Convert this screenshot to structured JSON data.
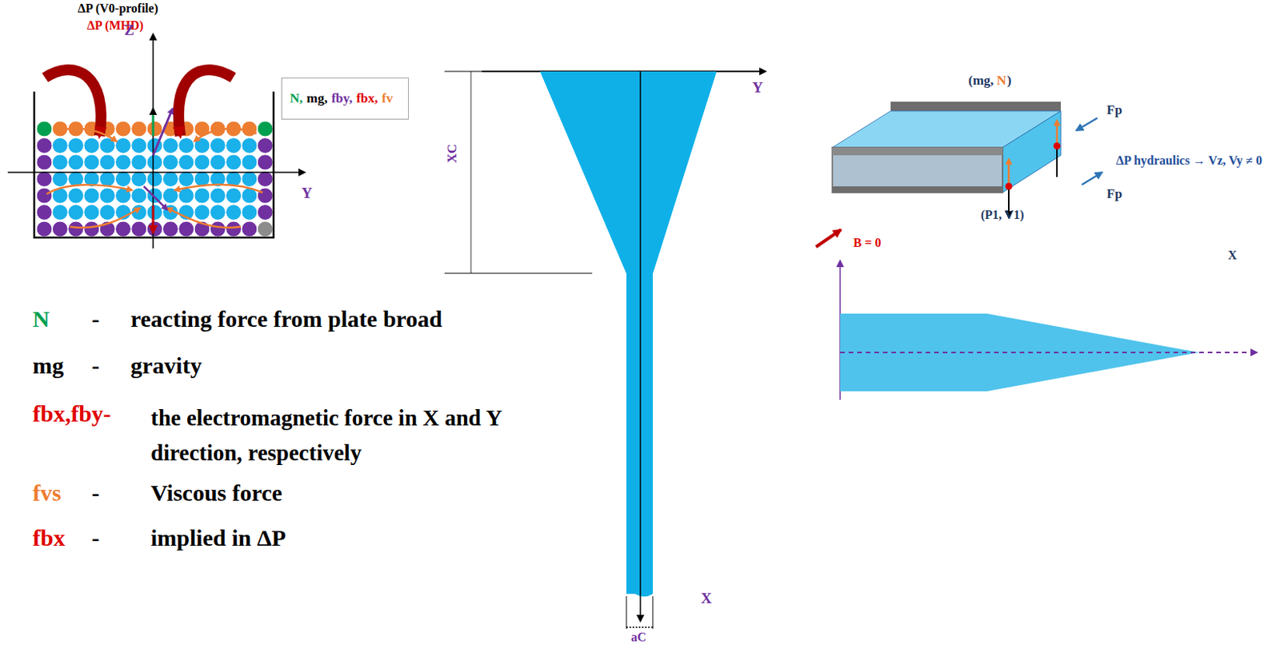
{
  "diagram": {
    "nodes": [
      {
        "text": [
          "N,",
          "mg,",
          "fby,",
          "fbx,",
          "fv"
        ]
      }
    ],
    "labels": [
      "ΔP (V0-profile)",
      "ΔP (MHD)",
      "Z",
      "Y",
      "N",
      "-",
      "reacting force from plate broad",
      "mg",
      "-",
      "gravity",
      "fbx,fby-",
      "the electromagnetic force in X and Y direction, respectively",
      "fvs",
      "-",
      "Viscous force",
      "fbx",
      "-",
      "implied in ΔP",
      "Y",
      "XC",
      "aC",
      "X",
      "(mg,",
      "N",
      ")",
      "Fp",
      "Fp",
      "ΔP hydraulics → Vz, Vy ≠ 0",
      "(P1, V1)",
      "B = 0",
      "X"
    ]
  }
}
